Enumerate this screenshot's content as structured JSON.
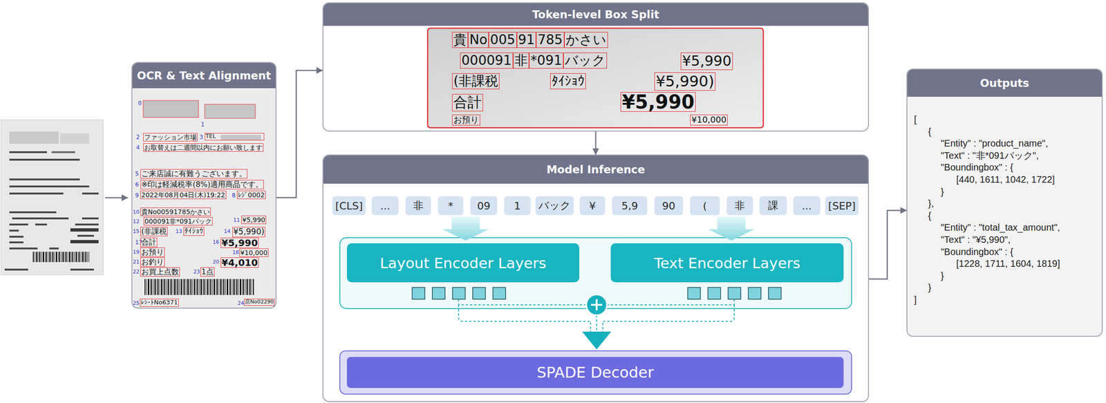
{
  "diagram": {
    "nodes": [
      {
        "text": [
          "OCR & Text Alignment"
        ]
      },
      {
        "text": [
          "Token-level Box Split"
        ]
      },
      {
        "text": [
          "Model Inference"
        ]
      },
      {
        "text": [
          "[CLS]"
        ],
        "in": 2
      },
      {
        "text": [
          "..."
        ],
        "in": 2
      },
      {
        "text": [
          "非"
        ],
        "in": 2
      },
      {
        "text": [
          "*"
        ],
        "in": 2
      },
      {
        "text": [
          "09"
        ],
        "in": 2
      },
      {
        "text": [
          "1"
        ],
        "in": 2
      },
      {
        "text": [
          "バック"
        ],
        "in": 2
      },
      {
        "text": [
          "¥"
        ],
        "in": 2
      },
      {
        "text": [
          "5,9"
        ],
        "in": 2
      },
      {
        "text": [
          "90"
        ],
        "in": 2
      },
      {
        "text": [
          "("
        ],
        "in": 2
      },
      {
        "text": [
          "非"
        ],
        "in": 2
      },
      {
        "text": [
          "課"
        ],
        "in": 2
      },
      {
        "text": [
          "..."
        ],
        "in": 2
      },
      {
        "text": [
          "[SEP]"
        ],
        "in": 2
      },
      {
        "text": [
          "Layout Encoder Layers"
        ],
        "in": 2
      },
      {
        "text": [
          "Text Encoder Layers"
        ],
        "in": 2
      },
      {
        "text": [
          "SPADE Decoder"
        ],
        "in": 2
      },
      {
        "text": [
          "Outputs",
          "[",
          "{",
          "\"Entity\" : \"product_name\",",
          "\"Text\" : \"非*091バック\",",
          "\"Boundingbox\" : {",
          "[440, 1611, 1042, 1722]",
          "}",
          "},",
          "{",
          "\"Entity\" : \"total_tax_amount\",",
          "\"Text\" : \"¥5,990\",",
          "\"Boundingbox\" : {",
          "[1228, 1711, 1604, 1819]",
          "}",
          "}",
          "]"
        ]
      }
    ],
    "edges": [
      {
        "from": 0,
        "to": 1,
        "arrow": "to"
      },
      {
        "from": 1,
        "to": 2,
        "arrow": "to"
      },
      {
        "from": 2,
        "to": 21,
        "arrow": "to"
      }
    ],
    "labels": [
      "0",
      "1",
      "2",
      "ファッション市場",
      "3",
      "TEL",
      "4",
      "お取替えは二週間以内にお願い致します",
      "5",
      "ご来店誠に有難うございます。",
      "6",
      "※印は軽減税率(8%)適用商品です。",
      "9",
      "2022年08月04日(木)19:22",
      "8",
      "ﾚｼﾞ0002",
      "10",
      "貴No00591785かさい",
      "11",
      "¥5,990",
      "12",
      "000091非*091バック",
      "15",
      "(非課税",
      "13",
      "ﾀｲｼｮｳ",
      "14",
      "¥5,990)",
      "17",
      "合計",
      "16",
      "¥5,990",
      "19",
      "お預り",
      "18",
      "¥10,000",
      "21",
      "お釣り",
      "20",
      "¥4,010",
      "22",
      "お買上点数",
      "23",
      "1点",
      "25",
      "ﾚｼｰﾄNo6371",
      "24",
      "店No02290",
      "貴",
      "No",
      "005",
      "91",
      "785",
      "かさい",
      "000091",
      "非",
      "*091",
      "バック",
      "¥5,990",
      "(非課税",
      "ﾀｲｼｮｳ",
      "¥5,990)",
      "合計",
      "¥5,990",
      "お預り",
      "¥10,000"
    ]
  }
}
